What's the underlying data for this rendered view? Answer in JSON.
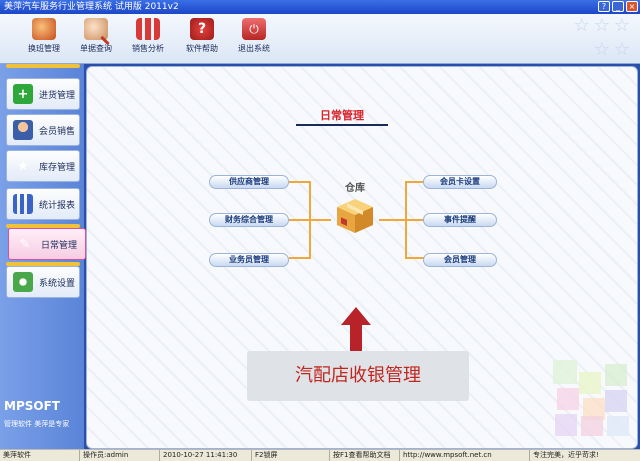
{
  "window": {
    "title": "美萍汽车服务行业管理系统 试用版 2011v2",
    "buttons": [
      "?",
      "_",
      "×"
    ]
  },
  "toolbar": {
    "items": [
      {
        "label": "换班管理",
        "icon": "handover-icon"
      },
      {
        "label": "单据查询",
        "icon": "search-icon"
      },
      {
        "label": "销售分析",
        "icon": "bar-chart-icon"
      },
      {
        "label": "软件帮助",
        "icon": "help-icon"
      },
      {
        "label": "退出系统",
        "icon": "exit-icon"
      }
    ]
  },
  "sidebar": {
    "items": [
      {
        "label": "进货管理",
        "icon": "plus-icon"
      },
      {
        "label": "会员销售",
        "icon": "user-icon"
      },
      {
        "label": "库存管理",
        "icon": "star-icon"
      },
      {
        "label": "统计报表",
        "icon": "report-icon"
      },
      {
        "label": "日常管理",
        "icon": "brush-icon",
        "active": true
      },
      {
        "label": "系统设置",
        "icon": "gear-icon"
      }
    ],
    "brand_logo": "MPSOFT",
    "brand_slogan": "管理软件 美萍是专家"
  },
  "main": {
    "title": "日常管理",
    "center_label": "仓库",
    "left_items": [
      "供应商管理",
      "财务综合管理",
      "业务员管理"
    ],
    "right_items": [
      "会员卡设置",
      "事件提醒",
      "会员管理"
    ],
    "banner": "汽配店收银管理"
  },
  "status": {
    "app": "美萍软件",
    "operator": "操作员:admin",
    "datetime": "2010-10-27 11:41:30",
    "lock": "F2锁屏",
    "help": "按F1查看帮助文档",
    "website": "http://www.mpsoft.net.cn",
    "motto": "专注完美，近乎苛求!"
  },
  "colors": {
    "accent": "#d6242a",
    "bracket": "#f0a838",
    "nav_bg": "#5a84d8"
  }
}
